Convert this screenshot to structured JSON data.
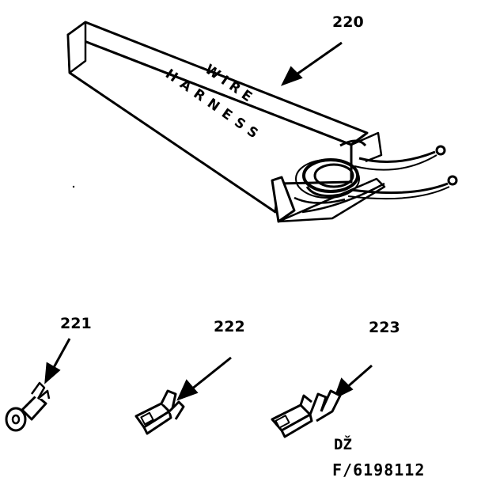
{
  "box": {
    "line1": "WIRE",
    "line2": "HARNESS"
  },
  "callouts": {
    "c220": "220",
    "c221": "221",
    "c222": "222",
    "c223": "223"
  },
  "codes": {
    "line1": "DŽ",
    "line2": "F/6198112"
  }
}
